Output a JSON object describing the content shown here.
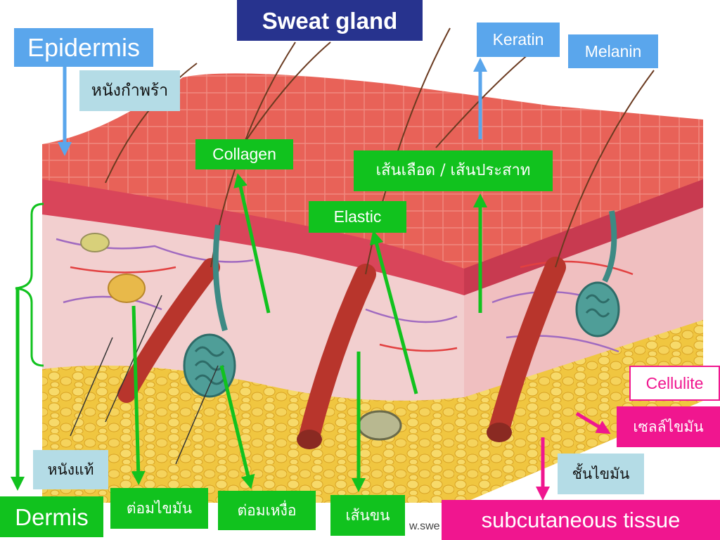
{
  "title": "Sweat gland",
  "labels": {
    "epidermis": "Epidermis",
    "epidermis_th": "หนังกำพร้า",
    "keratin": "Keratin",
    "melanin": "Melanin",
    "collagen": "Collagen",
    "vessels_nerves_th": "เส้นเลือด / เส้นประสาท",
    "elastic": "Elastic",
    "cellulite": "Cellulite",
    "fat_cell_th": "เซลล์ไขมัน",
    "fat_layer_th": "ชั้นไขมัน",
    "dermis_th": "หนังแท้",
    "dermis": "Dermis",
    "oil_gland_th": "ต่อมไขมัน",
    "sweat_gland_th": "ต่อมเหงื่อ",
    "hair_th": "เส้นขน",
    "subcutaneous": "subcutaneous tissue",
    "watermark": "w.swe"
  },
  "colors": {
    "blue_label": "#5aa6ec",
    "light_blue_label": "#b4dce6",
    "green_label": "#11c21e",
    "pink_label": "#f0168f",
    "title_bg": "#27338e",
    "skin_surface": "#e8605a",
    "dermis": "#f2cfcf",
    "fat": "#f0c640"
  }
}
